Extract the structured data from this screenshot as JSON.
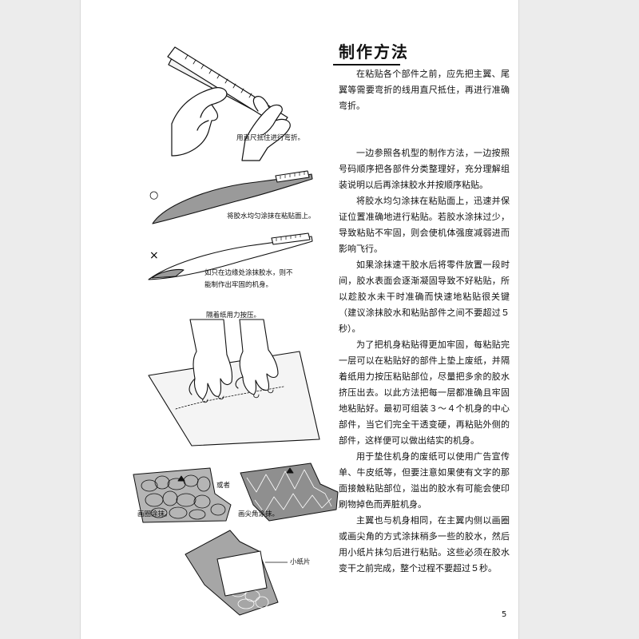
{
  "section_title": "制作方法",
  "paragraphs": [
    "在粘贴各个部件之前，应先把主翼、尾翼等需要弯折的线用直尺抵住，再进行准确弯折。",
    "一边参照各机型的制作方法，一边按照号码顺序把各部件分类整理好，充分理解组装说明以后再涂抹胶水并按顺序粘贴。",
    "将胶水均匀涂抹在粘贴面上，迅速并保证位置准确地进行粘贴。若胶水涂抹过少，导致粘贴不牢固，则会使机体强度减弱进而影响飞行。",
    "如果涂抹速干胶水后将零件放置一段时间，胶水表面会逐渐凝固导致不好粘贴，所以趁胶水未干时准确而快速地粘贴很关键（建议涂抹胶水和粘贴部件之间不要超过５秒）。",
    "为了把机身粘贴得更加牢固，每粘贴完一层可以在粘贴好的部件上垫上废纸，并隔着纸用力按压粘贴部位，尽量把多余的胶水挤压出去。以此方法把每一层都准确且牢固地粘贴好。最初可组装３～４个机身的中心部件，当它们完全干透变硬，再粘贴外侧的部件，这样便可以做出结实的机身。",
    "用于垫住机身的废纸可以使用广告宣传单、牛皮纸等，但要注意如果使有文字的那面接触粘贴部位，溢出的胶水有可能会使印刷物掉色而弄脏机身。",
    "主翼也与机身相同，在主翼内侧以画圈或画尖角的方式涂抹稍多一些的胶水，然后用小纸片抹匀后进行粘贴。这些必须在胶水变干之前完成，整个过程不要超过５秒。"
  ],
  "captions": {
    "ruler": "用直尺抵住进行弯折。",
    "good_mark": "○",
    "glue_even": "将胶水均匀涂抹在粘贴面上。",
    "bad_mark": "×",
    "glue_edge_line1": "如只在边缘处涂抹胶水，则不",
    "glue_edge_line2": "能制作出牢固的机身。",
    "press": "隔着纸用力按压。",
    "or": "或者",
    "circle_smear": "画圈涂抹。",
    "zigzag_smear": "画尖角涂抹。",
    "paper_piece": "小纸片"
  },
  "page_number": "5"
}
